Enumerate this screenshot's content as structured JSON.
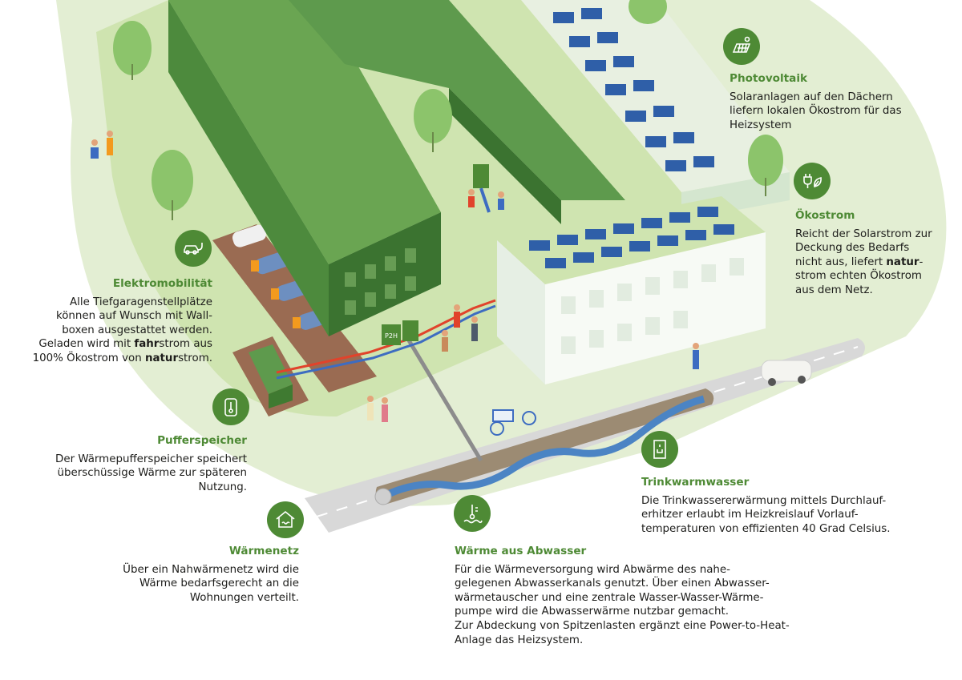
{
  "callouts": {
    "photovoltaik": {
      "icon": "solar-panel-icon",
      "title": "Photovoltaik",
      "text": "Solaranlagen auf den Dächern\nliefern lokalen Ökostrom für das\nHeizsystem"
    },
    "oekostrom": {
      "icon": "plug-leaf-icon",
      "title": "Ökostrom",
      "text_1": "Reicht der Solarstrom zur\nDeckung des Bedarfs\nnicht aus, liefert ",
      "text_2": "natur",
      "text_3": "-\nstrom echten Ökostrom\naus dem Netz."
    },
    "elektromobilitaet": {
      "icon": "electric-car-icon",
      "title": "Elektromobilität",
      "text_1": "Alle Tiefgaragenstellplätze\nkönnen auf Wunsch mit Wall-\nboxen ausgestattet werden.\nGeladen wird mit ",
      "text_2": "fahr",
      "text_3": "strom aus\n100% Ökostrom von ",
      "text_4": "natur",
      "text_5": "strom."
    },
    "pufferspeicher": {
      "icon": "thermometer-tank-icon",
      "title": "Pufferspeicher",
      "text": "Der Wärmepufferspeicher speichert\nüberschüssige  Wärme zur späteren\nNutzung."
    },
    "trinkwarmwasser": {
      "icon": "water-heater-icon",
      "title": "Trinkwarmwasser",
      "text": "Die Trinkwassererwärmung mittels Durchlauf-\nerhitzer erlaubt im Heizkreislauf Vorlauf-\ntemperaturen von effizienten 40 Grad Celsius."
    },
    "waermenetz": {
      "icon": "heat-network-house-icon",
      "title": "Wärmenetz",
      "text": "Über ein Nahwärmenetz wird die\nWärme bedarfsgerecht an die\nWohnungen verteilt."
    },
    "abwasser": {
      "icon": "sewage-heat-icon",
      "title": "Wärme aus Abwasser",
      "text": "Für die Wärmeversorgung wird Abwärme des nahe-\ngelegenen Abwasserkanals genutzt. Über einen Abwasser-\nwärmetauscher und eine zentrale Wasser-Wasser-Wärme-\npumpe wird die Abwasserwärme nutzbar gemacht.\nZur Abdeckung von Spitzenlasten ergänzt eine Power-to-Heat-\nAnlage das Heizsystem."
    }
  },
  "scene_labels": {
    "p2h": "P2H"
  },
  "colors": {
    "accent_green": "#4e8a35",
    "lawn": "#cfe4b0",
    "lawn_light": "#e4efd3",
    "building_green": "#5e9a4d",
    "road": "#d9d9d9",
    "pipe_hot": "#e1432b",
    "pipe_cold": "#3d6cc1",
    "water": "#4b84c4"
  }
}
